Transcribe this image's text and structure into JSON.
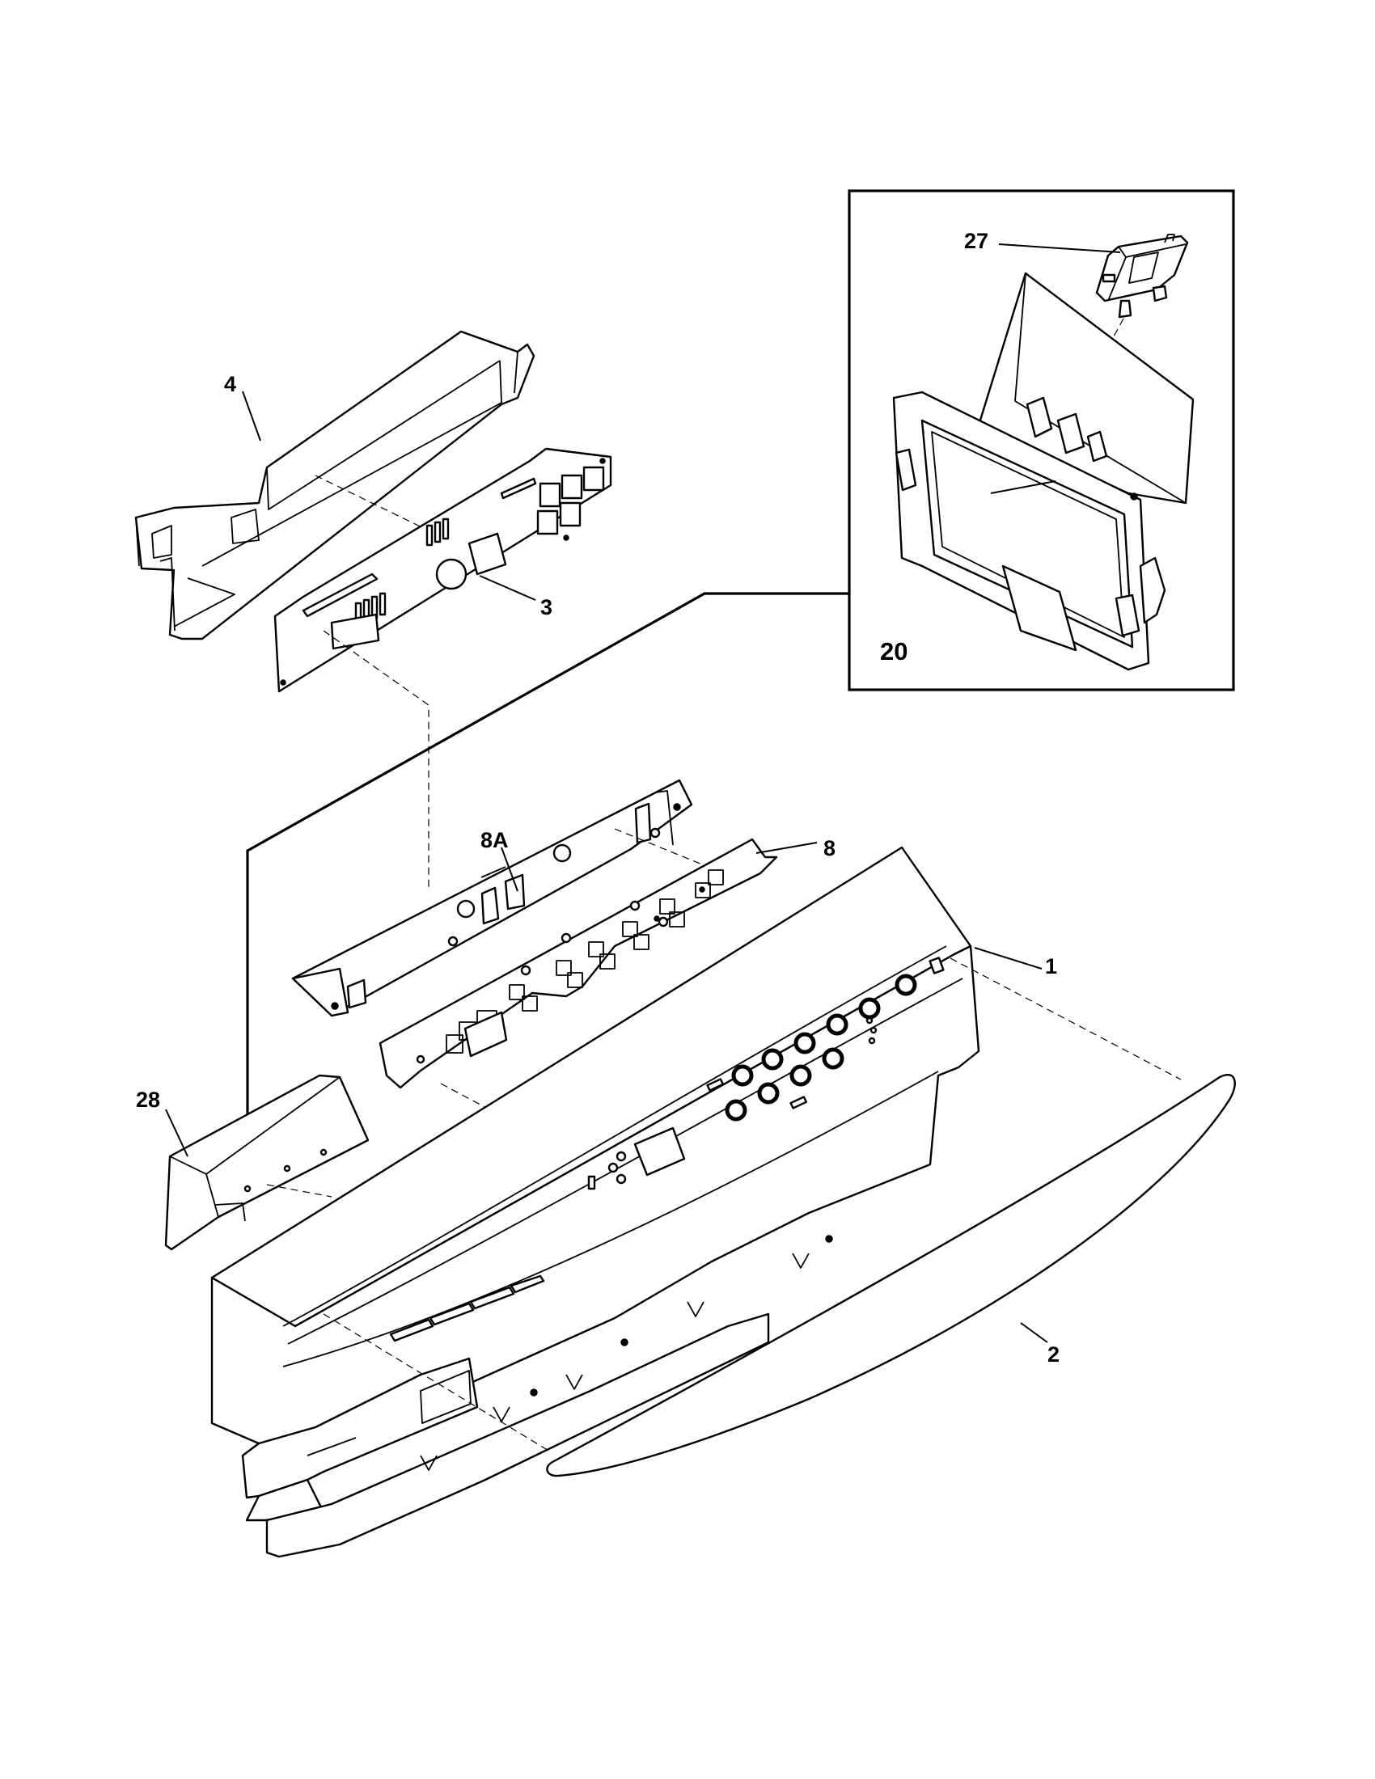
{
  "callouts": {
    "c1": "1",
    "c2": "2",
    "c3": "3",
    "c4": "4",
    "c8": "8",
    "c8a": "8A",
    "c20": "20",
    "c27": "27",
    "c28": "28"
  },
  "colors": {
    "line": "#000000",
    "background": "#ffffff"
  }
}
